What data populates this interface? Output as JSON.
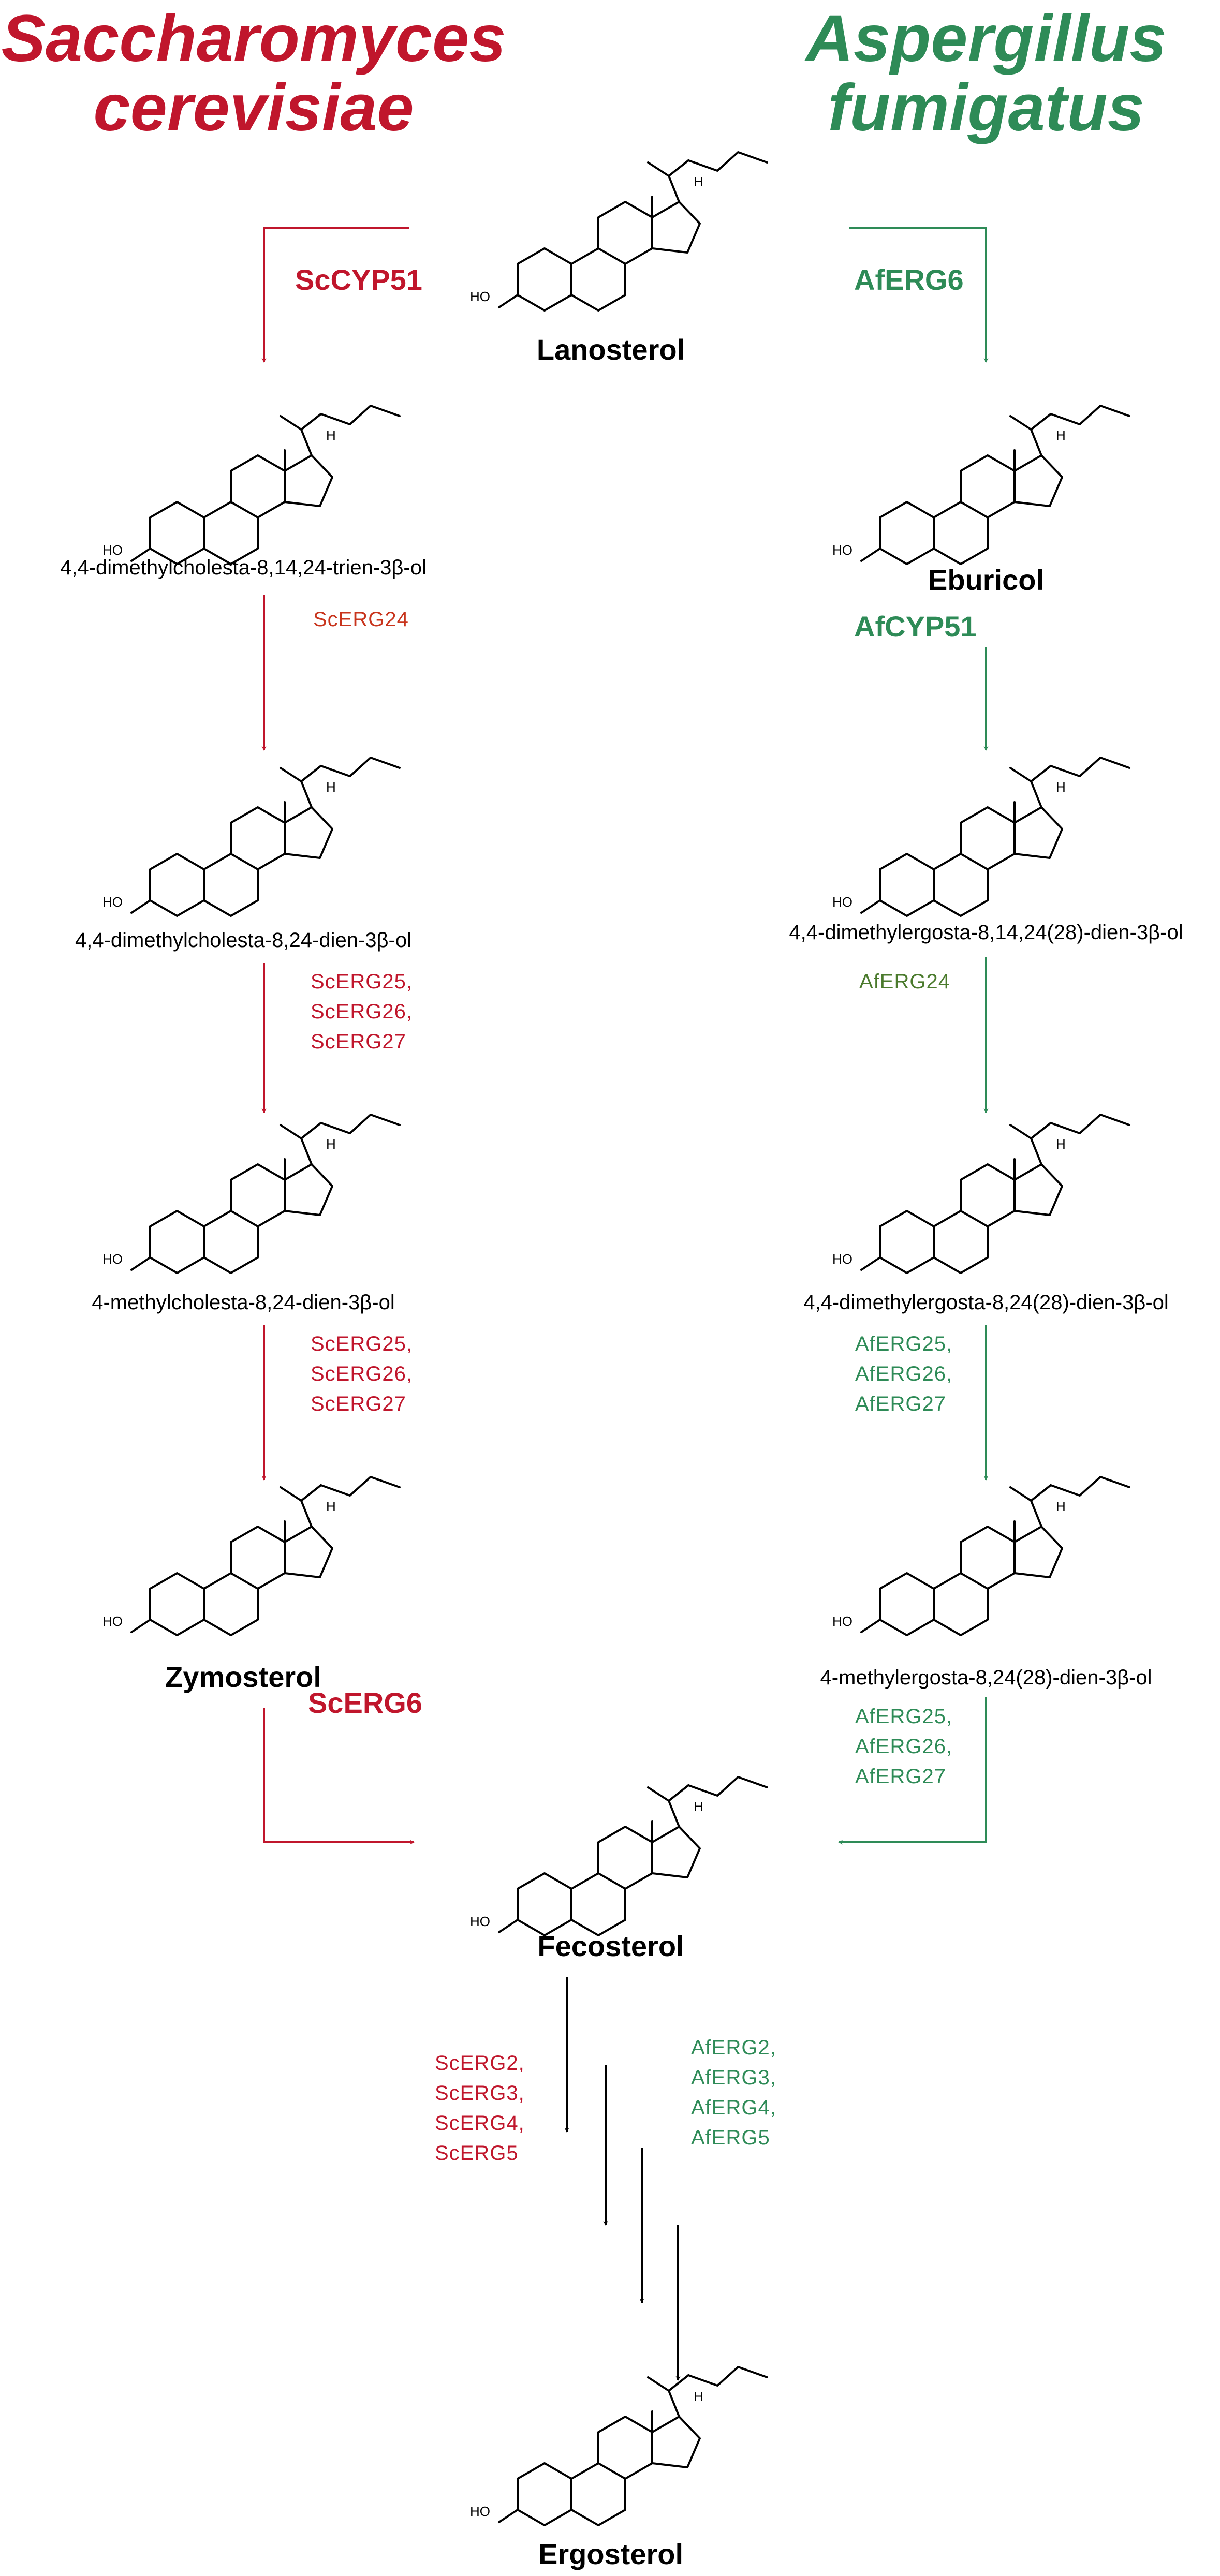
{
  "colors": {
    "sc": "#c0162c",
    "af": "#2e8b57",
    "common": "#000000",
    "afERG24": "#4a7a2c",
    "scERG24": "#c8341c"
  },
  "titles": {
    "sc_line1": "Saccharomyces",
    "sc_line2": "cerevisiae",
    "af_line1": "Aspergillus",
    "af_line2": "fumigatus"
  },
  "molecules": {
    "lanosterol": "Lanosterol",
    "sc_m1": "4,4-dimethylcholesta-8,14,24-trien-3β-ol",
    "sc_m2": "4,4-dimethylcholesta-8,24-dien-3β-ol",
    "sc_m3": "4-methylcholesta-8,24-dien-3β-ol",
    "zymosterol": "Zymosterol",
    "eburicol": "Eburicol",
    "af_m1": "4,4-dimethylergosta-8,14,24(28)-dien-3β-ol",
    "af_m2": "4,4-dimethylergosta-8,24(28)-dien-3β-ol",
    "af_m3": "4-methylergosta-8,24(28)-dien-3β-ol",
    "fecosterol": "Fecosterol",
    "ergosterol": "Ergosterol"
  },
  "enzymes": {
    "scCYP51": "ScCYP51",
    "scERG24": "ScERG24",
    "scERG25_27_a": [
      "ScERG25,",
      "ScERG26,",
      "ScERG27"
    ],
    "scERG25_27_b": [
      "ScERG25,",
      "ScERG26,",
      "ScERG27"
    ],
    "scERG6": "ScERG6",
    "scERG2_5": [
      "ScERG2,",
      "ScERG3,",
      "ScERG4,",
      "ScERG5"
    ],
    "afERG6": "AfERG6",
    "afCYP51": "AfCYP51",
    "afERG24": "AfERG24",
    "afERG25_27_a": [
      "AfERG25,",
      "AfERG26,",
      "AfERG27"
    ],
    "afERG25_27_b": [
      "AfERG25,",
      "AfERG26,",
      "AfERG27"
    ],
    "afERG2_5": [
      "AfERG2,",
      "AfERG3,",
      "AfERG4,",
      "AfERG5"
    ]
  },
  "atoms": {
    "hydroxyl": "HO",
    "hydrogen": "H"
  }
}
